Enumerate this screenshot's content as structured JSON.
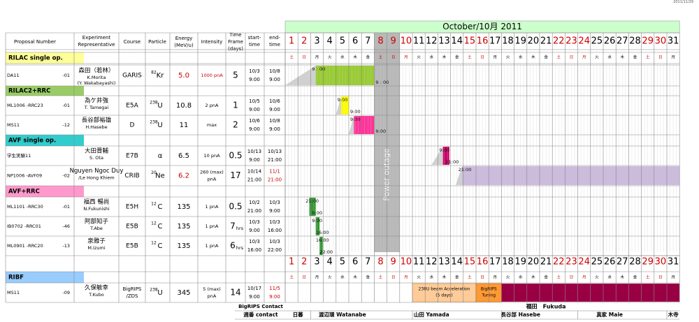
{
  "print_date": "2011/11/29",
  "month_title": "October/10月 2011",
  "power_outage_label": "Power outage",
  "headers": {
    "proposal": "Proposal Number",
    "experiment1": "Experiment",
    "experiment2": "Representative",
    "course": "Course",
    "particle": "Particle",
    "energy1": "Energy",
    "energy2": "(MeV/u)",
    "intensity": "Intensity",
    "time1": "Time",
    "time2": "Frame",
    "time3": "(days)",
    "start1": "start-",
    "start2": "time",
    "end1": "end-",
    "end2": "time"
  },
  "days": [
    "1",
    "2",
    "3",
    "4",
    "5",
    "6",
    "7",
    "8",
    "9",
    "10",
    "11",
    "12",
    "13",
    "14",
    "15",
    "16",
    "17",
    "18",
    "19",
    "20",
    "21",
    "22",
    "23",
    "24",
    "25",
    "26",
    "27",
    "28",
    "29",
    "30",
    "31"
  ],
  "weekdays": [
    "土",
    "日",
    "月",
    "火",
    "水",
    "木",
    "金",
    "土",
    "日",
    "月",
    "火",
    "水",
    "木",
    "金",
    "土",
    "日",
    "月",
    "火",
    "水",
    "木",
    "金",
    "土",
    "日",
    "月",
    "火",
    "水",
    "木",
    "金",
    "土",
    "日",
    "月"
  ],
  "red_days": [
    1,
    2,
    8,
    9,
    10,
    15,
    16,
    22,
    23,
    24,
    29,
    30
  ],
  "groups": [
    {
      "label": "RILAC single op.",
      "color": "#ffff99"
    },
    {
      "label": "RILAC2+RRC",
      "color": "#99cc66"
    },
    {
      "label": "AVF single op.",
      "color": "#33cccc"
    },
    {
      "label": "AVF+RRC",
      "color": "#ff99cc"
    },
    {
      "label": "RIBF",
      "color": "#99ccff"
    }
  ],
  "rows": [
    {
      "prop": "DA11",
      "suffix": "-01",
      "name": "森田（若林）",
      "name_en1": "K.Morita",
      "name_en2": "(Y. Wakabayashi)",
      "course": "GARIS",
      "mass": "82",
      "elem": "Kr",
      "energy": "5.0",
      "energy_red": true,
      "intensity": "1000 pnA",
      "intensity_red": true,
      "time": "5",
      "time_unit": "",
      "start1": "10/3",
      "start2": "9:00",
      "end1": "10/8",
      "end2": "9:00",
      "end_red": false
    },
    {
      "prop": "ML1006 -RRC23",
      "suffix": "-01",
      "name": "為ケ井強",
      "name_en1": "T. Tamegai",
      "name_en2": "",
      "course": "E5A",
      "mass": "238",
      "elem": "U",
      "energy": "10.8",
      "energy_red": false,
      "intensity": "2 pnA",
      "intensity_red": false,
      "time": "1",
      "time_unit": "",
      "start1": "10/5",
      "start2": "9:00",
      "end1": "10/6",
      "end2": "9:00",
      "end_red": false
    },
    {
      "prop": "MS11",
      "suffix": "-12",
      "name": "長谷部裕雄",
      "name_en1": "H.Hasebe",
      "name_en2": "",
      "course": "D",
      "mass": "238",
      "elem": "U",
      "energy": "11",
      "energy_red": false,
      "intensity": "max",
      "intensity_red": false,
      "time": "2",
      "time_unit": "",
      "start1": "10/6",
      "start2": "9:00",
      "end1": "10/8",
      "end2": "9:00",
      "end_red": false
    },
    {
      "prop": "学生実験11",
      "suffix": "",
      "name": "大田晋輔",
      "name_en1": "S. Ota",
      "name_en2": "",
      "course": "E7B",
      "mass": "",
      "elem": "α",
      "energy": "6.5",
      "energy_red": false,
      "intensity": "10 pnA",
      "intensity_red": false,
      "time": "0.5",
      "time_unit": "",
      "start1": "10/13",
      "start2": "9:00",
      "end1": "10/13",
      "end2": "21:00",
      "end_red": false
    },
    {
      "prop": "NP1006 -AVF09",
      "suffix": "-02",
      "name": "Nguyen Ngoc Duy",
      "name_en1": "/Le Hong Khiem",
      "name_en2": "",
      "course": "CRIB",
      "mass": "20",
      "elem": "Ne",
      "energy": "6.2",
      "energy_red": true,
      "intensity": "260 (max) pnA",
      "intensity_red": false,
      "time": "17",
      "time_unit": "",
      "start1": "10/14",
      "start2": "21:00",
      "end1": "11/1",
      "end2": "21:00",
      "end_red": true
    },
    {
      "prop": "ML1101 -RRC30",
      "suffix": "-01",
      "name": "福西 暢尚",
      "name_en1": "N.Fukunishi",
      "name_en2": "",
      "course": "E5H",
      "mass": "12",
      "elem": "C",
      "energy": "135",
      "energy_red": false,
      "intensity": "1 pnA",
      "intensity_red": false,
      "time": "0.5",
      "time_unit": "",
      "start1": "10/2",
      "start2": "21:00",
      "end1": "10/3",
      "end2": "9:00",
      "end_red": false
    },
    {
      "prop": "IB0702 -RRC01",
      "suffix": "-46",
      "name": "阿部知子",
      "name_en1": "T.Abe",
      "name_en2": "",
      "course": "E5B",
      "mass": "12",
      "elem": "C",
      "energy": "135",
      "energy_red": false,
      "intensity": "1 pnA",
      "intensity_red": false,
      "time": "7",
      "time_unit": "hrs",
      "start1": "10/3",
      "start2": "9:00",
      "end1": "10/3",
      "end2": "16:00",
      "end_red": false
    },
    {
      "prop": "ML0901 -RRC20",
      "suffix": "-13",
      "name": "泉雅子",
      "name_en1": "M.Izumi",
      "name_en2": "",
      "course": "E5B",
      "mass": "12",
      "elem": "C",
      "energy": "135",
      "energy_red": false,
      "intensity": "1 pnA",
      "intensity_red": false,
      "time": "6",
      "time_unit": "hrs",
      "start1": "10/3",
      "start2": "16:00",
      "end1": "10/3",
      "end2": "22:00",
      "end_red": false
    },
    {
      "prop": "MS11",
      "suffix": "-09",
      "name": "久保敏幸",
      "name_en1": "T.Kubo",
      "name_en2": "",
      "course": "BigRIPS /ZDS",
      "mass": "238",
      "elem": "U",
      "energy": "345",
      "energy_red": false,
      "intensity": "5 (max) pnA",
      "intensity_red": false,
      "time": "14",
      "time_unit": "",
      "start1": "10/17",
      "start2": "9:00",
      "end1": "11/5",
      "end2": "9:00",
      "end_red": true
    }
  ],
  "gantt_labels": [
    {
      "row": 0,
      "text": "9 : 00",
      "day": 3,
      "pos": "above"
    },
    {
      "row": 0,
      "text": "9 : 00",
      "day": 8,
      "pos": "below"
    },
    {
      "row": 1,
      "text": "9:00",
      "day": 5,
      "pos": "above"
    },
    {
      "row": 1,
      "text": "9:00",
      "day": 6,
      "pos": "below"
    },
    {
      "row": 2,
      "text": "9:00",
      "day": 6,
      "pos": "above"
    },
    {
      "row": 2,
      "text": "9:00",
      "day": 8,
      "pos": "below"
    },
    {
      "row": 3,
      "text": "9:00",
      "day": 13,
      "pos": "above"
    },
    {
      "row": 3,
      "text": "21:00",
      "day": 13.5,
      "pos": "below"
    },
    {
      "row": 4,
      "text": "21:00",
      "day": 14.5,
      "pos": "above"
    },
    {
      "row": 5,
      "text": "21:00",
      "day": 2.5,
      "pos": "above"
    },
    {
      "row": 5,
      "text": "9:00",
      "day": 3,
      "pos": "below"
    },
    {
      "row": 6,
      "text": "9:00",
      "day": 3,
      "pos": "above"
    },
    {
      "row": 6,
      "text": "16:00",
      "day": 3.3,
      "pos": "below"
    },
    {
      "row": 7,
      "text": "16:00",
      "day": 3.3,
      "pos": "above"
    },
    {
      "row": 7,
      "text": "22:00",
      "day": 3.6,
      "pos": "below"
    }
  ],
  "ribf_boxes": {
    "accel": "238U beam Acceleration",
    "accel2": "(5 days)",
    "tuning1": "BigRIPS",
    "tuning2": "Tuning"
  },
  "bigrips_contact": "BigRIPS Contact",
  "bigrips_person": "福田　Fukuda",
  "weekly_contact_label": "週番 contact",
  "contacts": [
    "日暮",
    "渡辺環 Watanabe",
    "山田 Yamada",
    "長谷部 Hasebe",
    "真家 Maie",
    "木寺"
  ],
  "colors": {
    "green": "#99cc33",
    "yellow": "#ffff00",
    "pink": "#ff3399",
    "crimson": "#cc0066",
    "lavender": "#ccbbdd",
    "darkgreen": "#339933",
    "maroon": "#990044",
    "orange_light": "#ffcc99",
    "orange": "#ff9933",
    "outage": "#b8b8b8",
    "title_band": "#ccffcc"
  }
}
